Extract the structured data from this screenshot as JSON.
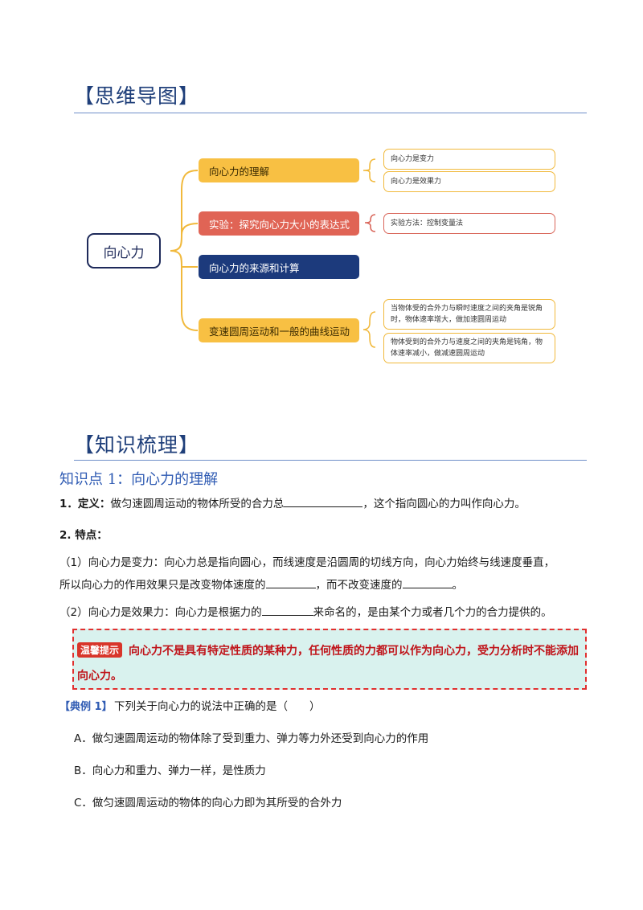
{
  "mindmap": {
    "heading": "【思维导图】",
    "root": "向心力",
    "branches": [
      "向心力的理解",
      "实验：探究向心力大小的表达式",
      "向心力的来源和计算",
      "变速圆周运动和一般的曲线运动"
    ],
    "leaves": {
      "understanding_1": "向心力是变力",
      "understanding_2": "向心力是效果力",
      "experiment_1": "实验方法：控制变量法",
      "variable_1": "当物体受的合外力与瞬时速度之间的夹角是锐角时，物体速率增大，做加速圆周运动",
      "variable_2": "物体受到的合外力与速度之间的夹角是钝角，物体速率减小，做减速圆周运动"
    },
    "colors": {
      "yellow": "#f8c043",
      "red": "#e06455",
      "navy": "#1c3a7c",
      "root_border": "#1e2a5a"
    }
  },
  "knowledge": {
    "heading": "【知识梳理】",
    "point_title": "知识点 1：向心力的理解",
    "definition": {
      "label": "1．定义：",
      "text_before": "做匀速圆周运动的物体所受的合力总",
      "text_after": "，这个指向圆心的力叫作向心力。"
    },
    "features_label": "2. 特点：",
    "feature1": {
      "line1": "（1）向心力是变力：向心力总是指向圆心，而线速度是沿圆周的切线方向，向心力始终与线速度垂直，",
      "line2_before": "所以向心力的作用效果只是改变物体速度的",
      "line2_middle": "，而不改变速度的",
      "line2_after": "。"
    },
    "feature2": {
      "before": "（2）向心力是效果力：向心力是根据力的",
      "after": "来命名的，是由某个力或者几个力的合力提供的。"
    },
    "tip": {
      "badge": "温馨提示",
      "line1": "向心力不是具有特定性质的某种力，任何性质的力都可以作为向心力，受力分析时不能添加",
      "line2": "向心力。"
    }
  },
  "example": {
    "label": "【典例 1】",
    "question": "下列关于向心力的说法中正确的是（　　）",
    "options": [
      "A．做匀速圆周运动的物体除了受到重力、弹力等力外还受到向心力的作用",
      "B．向心力和重力、弹力一样，是性质力",
      "C．做匀速圆周运动的物体的向心力即为其所受的合外力"
    ]
  }
}
